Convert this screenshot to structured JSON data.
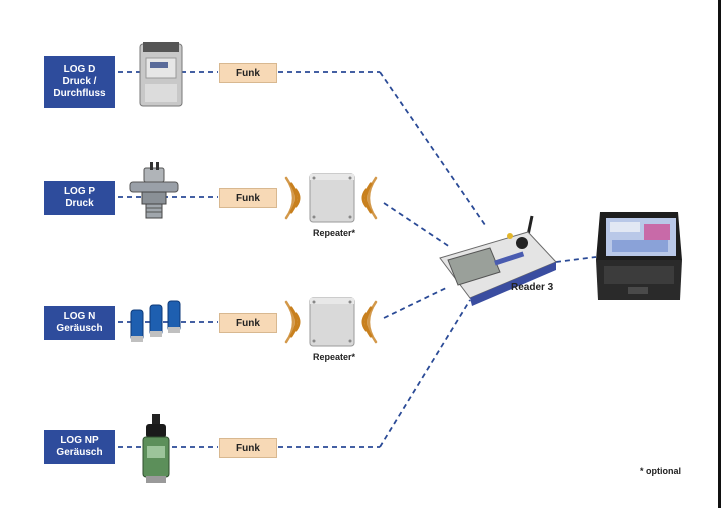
{
  "devices": [
    {
      "id": "log-d",
      "lines": [
        "LOG D",
        "Druck /",
        "Durchfluss"
      ],
      "icon": "pressure-flow-logger-icon"
    },
    {
      "id": "log-p",
      "lines": [
        "LOG P",
        "Druck"
      ],
      "icon": "pressure-sensor-icon"
    },
    {
      "id": "log-n",
      "lines": [
        "LOG N",
        "Geräusch"
      ],
      "icon": "noise-logger-icon"
    },
    {
      "id": "log-np",
      "lines": [
        "LOG NP",
        "Geräusch"
      ],
      "icon": "noise-pressure-logger-icon"
    }
  ],
  "funk_label": "Funk",
  "repeater_label": "Repeater*",
  "reader_label": "Reader 3",
  "footnote": "* optional",
  "colors": {
    "box_blue": "#2e4c9c",
    "funk_fill": "#f7d9b6",
    "dash": "#2a4a96",
    "signal_orange": "#c8801e"
  }
}
